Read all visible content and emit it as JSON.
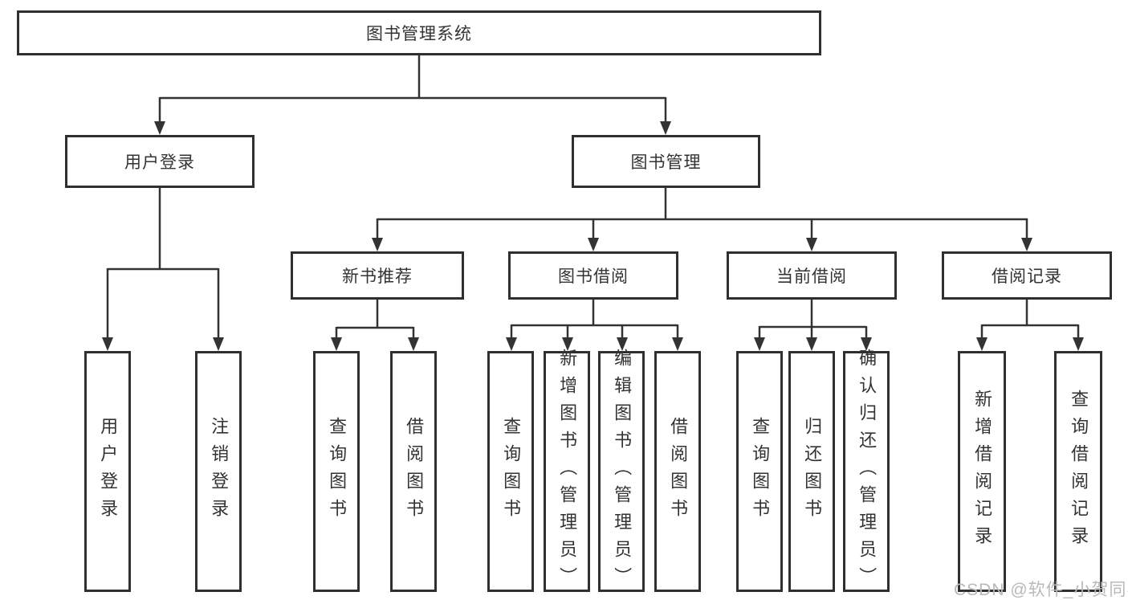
{
  "colors": {
    "line": "#333333",
    "box_border": "#2f2f2f",
    "text": "#333333",
    "watermark": "#b9b9b9"
  },
  "watermark": "CSDN @软件_小贺同学",
  "tree": {
    "label": "图书管理系统",
    "children": [
      {
        "label": "用户登录",
        "children": [
          {
            "label": "用户登录"
          },
          {
            "label": "注销登录"
          }
        ]
      },
      {
        "label": "图书管理",
        "children": [
          {
            "label": "新书推荐",
            "children": [
              {
                "label": "查询图书"
              },
              {
                "label": "借阅图书"
              }
            ]
          },
          {
            "label": "图书借阅",
            "children": [
              {
                "label": "查询图书"
              },
              {
                "label": "新增图书（管理员）"
              },
              {
                "label": "编辑图书（管理员）"
              },
              {
                "label": "借阅图书"
              }
            ]
          },
          {
            "label": "当前借阅",
            "children": [
              {
                "label": "查询图书"
              },
              {
                "label": "归还图书"
              },
              {
                "label": "确认归还（管理员）"
              }
            ]
          },
          {
            "label": "借阅记录",
            "children": [
              {
                "label": "新增借阅记录"
              },
              {
                "label": "查询借阅记录"
              }
            ]
          }
        ]
      }
    ]
  }
}
